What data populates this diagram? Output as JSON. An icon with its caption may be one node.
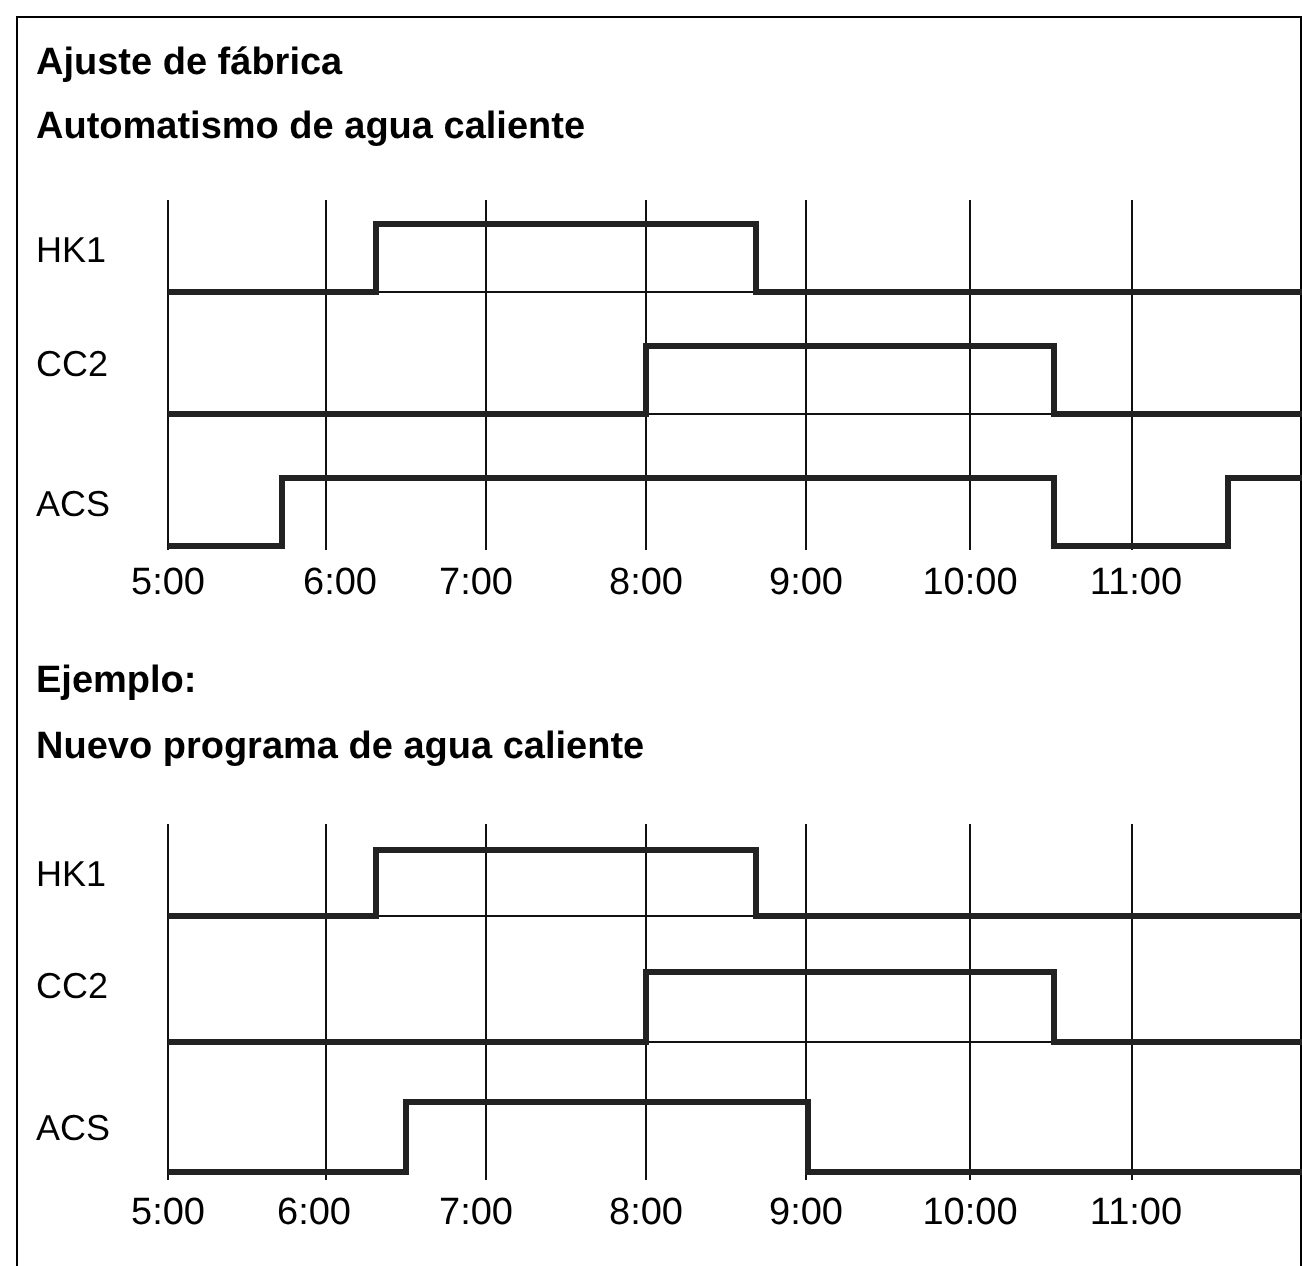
{
  "diagram": {
    "labels": [
      "Ajuste de fábrica",
      "Automatismo de agua caliente",
      "HK1",
      "CC2",
      "ACS",
      "5:00",
      "6:00",
      "7:00",
      "8:00",
      "9:00",
      "10:00",
      "11:00",
      "Ejemplo:",
      "Nuevo programa de agua caliente",
      "HK1",
      "CC2",
      "ACS",
      "5:00",
      "6:00",
      "7:00",
      "8:00",
      "9:00",
      "10:00",
      "11:00"
    ]
  }
}
